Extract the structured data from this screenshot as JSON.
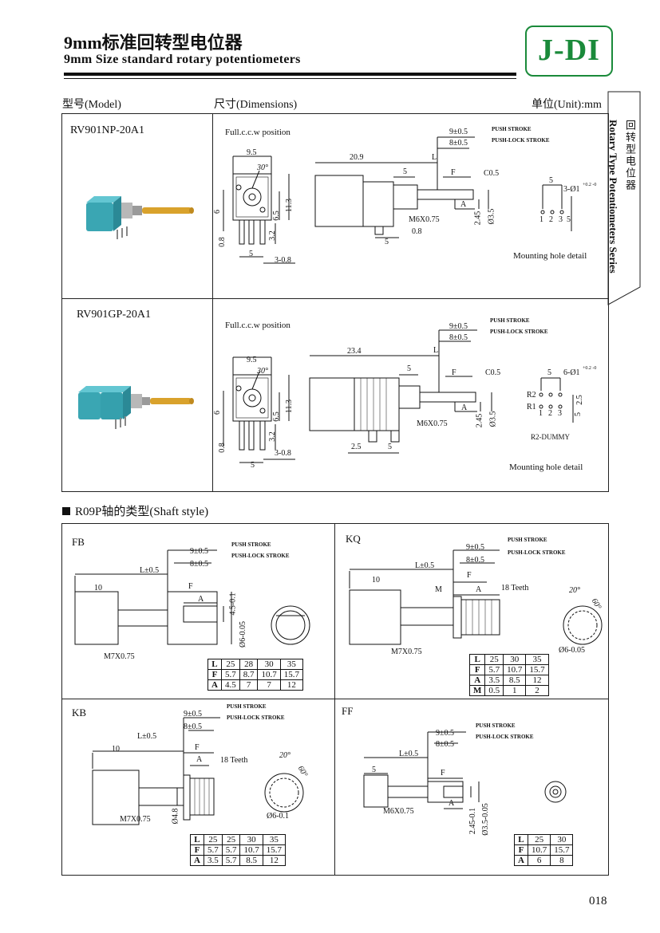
{
  "header": {
    "title_cn": "9mm标准回转型电位器",
    "title_en": "9mm Size  standard  rotary  potentiometers",
    "logo": "J-DI",
    "logo_color": "#1a8a3a"
  },
  "columns": {
    "model": "型号(Model)",
    "dimensions": "尺寸(Dimensions)",
    "unit": "单位(Unit):mm"
  },
  "side_tab": {
    "cn": "回转型电位器",
    "en": "Rotary Type Potentiometers Series"
  },
  "products": [
    {
      "model": "RV901NP-20A1",
      "position": "Full.c.c.w position",
      "length": "20.9",
      "dims": {
        "w": "9.5",
        "angle": "30°",
        "h": "11.3",
        "h2": "6.5",
        "left_h": "6",
        "p1": "0.8",
        "p2": "3.2",
        "p3": "5",
        "p4": "3-0.8",
        "push": "9±0.5",
        "lock": "8±0.5",
        "L": "L",
        "five": "5",
        "F": "F",
        "C": "C0.5",
        "A": "A",
        "thread": "M6X0.75",
        "d1": "0.8",
        "d2": "2.45",
        "d3": "Ø3.5",
        "bot5": "5",
        "mh5": "5",
        "holes": "3-Ø1",
        "holes_tol": "+0.2 -0",
        "pins": [
          "1",
          "2",
          "3"
        ]
      },
      "push_label": "PUSH STROKE",
      "lock_label": "PUSH-LOCK STROKE",
      "mounting": "Mounting  hole  detail"
    },
    {
      "model": "RV901GP-20A1",
      "position": "Full.c.c.w position",
      "length": "23.4",
      "dims": {
        "w": "9.5",
        "angle": "30°",
        "h": "11.3",
        "h2": "6.5",
        "left_h": "6",
        "p1": "0.8",
        "p2": "3.2",
        "p3": "5",
        "p4": "3-0.8",
        "push": "9±0.5",
        "lock": "8±0.5",
        "L": "L",
        "five": "5",
        "F": "F",
        "C": "C0.5",
        "A": "A",
        "thread": "M6X0.75",
        "d2": "2.45",
        "d3": "Ø3.5",
        "b1": "2.5",
        "b2": "5",
        "mh5": "5",
        "holes": "6-Ø1",
        "holes_tol": "+0.2 -0",
        "r2": "R2",
        "r1": "R1",
        "pins": [
          "1",
          "2",
          "3"
        ],
        "right25": "2.5",
        "right5": "5",
        "dummy": "R2-DUMMY"
      },
      "push_label": "PUSH STROKE",
      "lock_label": "PUSH-LOCK STROKE",
      "mounting": "Mounting  hole  detail"
    }
  ],
  "shaft_section": {
    "title": "R09P轴的类型(Shaft style)",
    "push_label": "PUSH STROKE",
    "lock_label": "PUSH-LOCK STROKE",
    "panels": [
      {
        "name": "FB",
        "push": "9±0.5",
        "lock": "8±0.5",
        "L": "L±0.5",
        "len": "10",
        "F": "F",
        "A": "A",
        "thread": "M7X0.75",
        "d1": "4.5-0.1",
        "d2": "Ø6-0.05",
        "table": [
          [
            "L",
            "25",
            "28",
            "30",
            "35"
          ],
          [
            "F",
            "5.7",
            "8.7",
            "10.7",
            "15.7"
          ],
          [
            "A",
            "4.5",
            "7",
            "7",
            "12"
          ]
        ]
      },
      {
        "name": "KQ",
        "push": "9±0.5",
        "lock": "8±0.5",
        "L": "L±0.5",
        "len": "10",
        "F": "F",
        "M": "M",
        "A": "A",
        "teeth": "18 Teeth",
        "angle1": "20°",
        "angle2": "60°",
        "thread": "M7X0.75",
        "d": "Ø6-0.05",
        "table": [
          [
            "L",
            "25",
            "30",
            "35"
          ],
          [
            "F",
            "5.7",
            "10.7",
            "15.7"
          ],
          [
            "A",
            "3.5",
            "8.5",
            "12"
          ],
          [
            "M",
            "0.5",
            "1",
            "2"
          ]
        ]
      },
      {
        "name": "KB",
        "push": "9±0.5",
        "lock": "8±0.5",
        "L": "L±0.5",
        "len": "10",
        "F": "F",
        "A": "A",
        "teeth": "18 Teeth",
        "angle1": "20°",
        "angle2": "60°",
        "thread": "M7X0.75",
        "d1": "Ø4.8",
        "d2": "Ø6-0.1",
        "table": [
          [
            "L",
            "25",
            "25",
            "30",
            "35"
          ],
          [
            "F",
            "5.7",
            "5.7",
            "10.7",
            "15.7"
          ],
          [
            "A",
            "3.5",
            "5.7",
            "8.5",
            "12"
          ]
        ]
      },
      {
        "name": "FF",
        "push": "9±0.5",
        "lock": "8±0.5",
        "L": "L±0.5",
        "len": "5",
        "F": "F",
        "A": "A",
        "thread": "M6X0.75",
        "d1": "2.45-0.1",
        "d2": "Ø3.5-0.05",
        "table": [
          [
            "L",
            "25",
            "30"
          ],
          [
            "F",
            "10.7",
            "15.7"
          ],
          [
            "A",
            "6",
            "8"
          ]
        ]
      }
    ]
  },
  "page_number": "018",
  "colors": {
    "knob": "#3aa6b3",
    "shaft": "#d9a22c"
  }
}
